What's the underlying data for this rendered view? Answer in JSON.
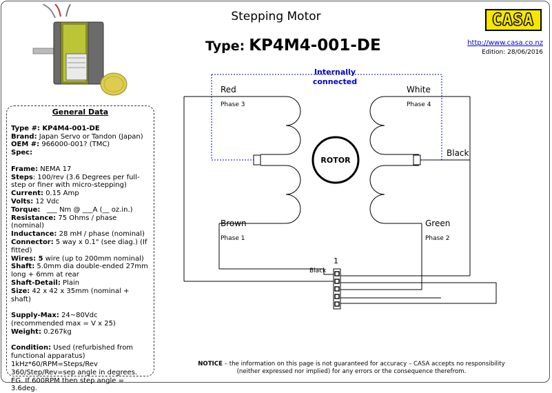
{
  "header": {
    "title": "Stepping Motor",
    "type_label": "Type:",
    "type_value": "KP4M4-001-DE",
    "logo_text": "CASA",
    "url": "http://www.casa.co.nz",
    "edition": "Edition: 28/06/2016"
  },
  "general_data": {
    "title": "General Data",
    "lines": [
      {
        "label": "Type #:",
        "value": " KP4M4-001-DE",
        "value_bold": true
      },
      {
        "label": "Brand:",
        "value": " Japan Servo or Tandon (Japan)"
      },
      {
        "label": "OEM #:",
        "value": " 966000-001? (TMC)"
      },
      {
        "label": "Spec:",
        "value": ""
      },
      {
        "gap": true
      },
      {
        "label": "Frame:",
        "value": " NEMA 17"
      },
      {
        "label": "Steps",
        "value": ": 100/rev (3.6 Degrees per full-step or finer with micro-stepping)"
      },
      {
        "label": "Current:",
        "value": " 0.15 Amp"
      },
      {
        "label": "Volts:",
        "value": " 12 Vdc"
      },
      {
        "label": "Torque:",
        "value": "   ___ Nm @ ___A (__ oz.in.)"
      },
      {
        "label": "Resistance:",
        "value": " 75 Ohms / phase (nominal)"
      },
      {
        "label": "Inductance:",
        "value": " 28 mH / phase (nominal)"
      },
      {
        "label": "Connector:",
        "value": " 5 way x 0.1\" (see diag.) (If fitted)"
      },
      {
        "label": "Wires: 5",
        "value": " wire (up to 200mm nominal)"
      },
      {
        "label": "Shaft:",
        "value": " 5.0mm dia double-ended 27mm long + 6mm at rear"
      },
      {
        "label": "Shaft-Detail:",
        "value": " Plain"
      },
      {
        "label": "Size:",
        "value": " 42 x 42 x 35mm (nominal + shaft)"
      },
      {
        "gap": true
      },
      {
        "label": "Supply-Max:",
        "value": " 24~80Vdc (recommended max = V x 25)"
      },
      {
        "label": "Weight:",
        "value": " 0.267kg"
      },
      {
        "gap": true
      },
      {
        "label": "Condition:",
        "value": " Used (refurbished from functional apparatus)"
      },
      {
        "label": "",
        "value": "1kHz*60/RPM=Steps/Rev"
      },
      {
        "label": "",
        "value": "360/Step/Rev=sep angle in degrees."
      },
      {
        "label": "",
        "value": "EG. If 600RPM then step angle = 3.6deg."
      }
    ]
  },
  "diagram": {
    "internal_note_line1": "Internally",
    "internal_note_line2": "connected",
    "rotor_label": "ROTOR",
    "wires": {
      "red": "Red",
      "white": "White",
      "black_right": "Black",
      "brown": "Brown",
      "green": "Green",
      "black_conn": "Black"
    },
    "phases": {
      "p3": "Phase 3",
      "p4": "Phase 4",
      "p1": "Phase 1",
      "p2": "Phase 2"
    },
    "connector_pin1": "1",
    "colors": {
      "wire": "#000000",
      "internal": "#0000cc",
      "note_text": "#0000cc"
    }
  },
  "notice": {
    "label": "NOTICE",
    "text": " – the information on this page is not guaranteed for accuracy – CASA accepts no responsibility",
    "text2": "(neither expressed nor implied) for any errors or the consequence therefrom."
  }
}
